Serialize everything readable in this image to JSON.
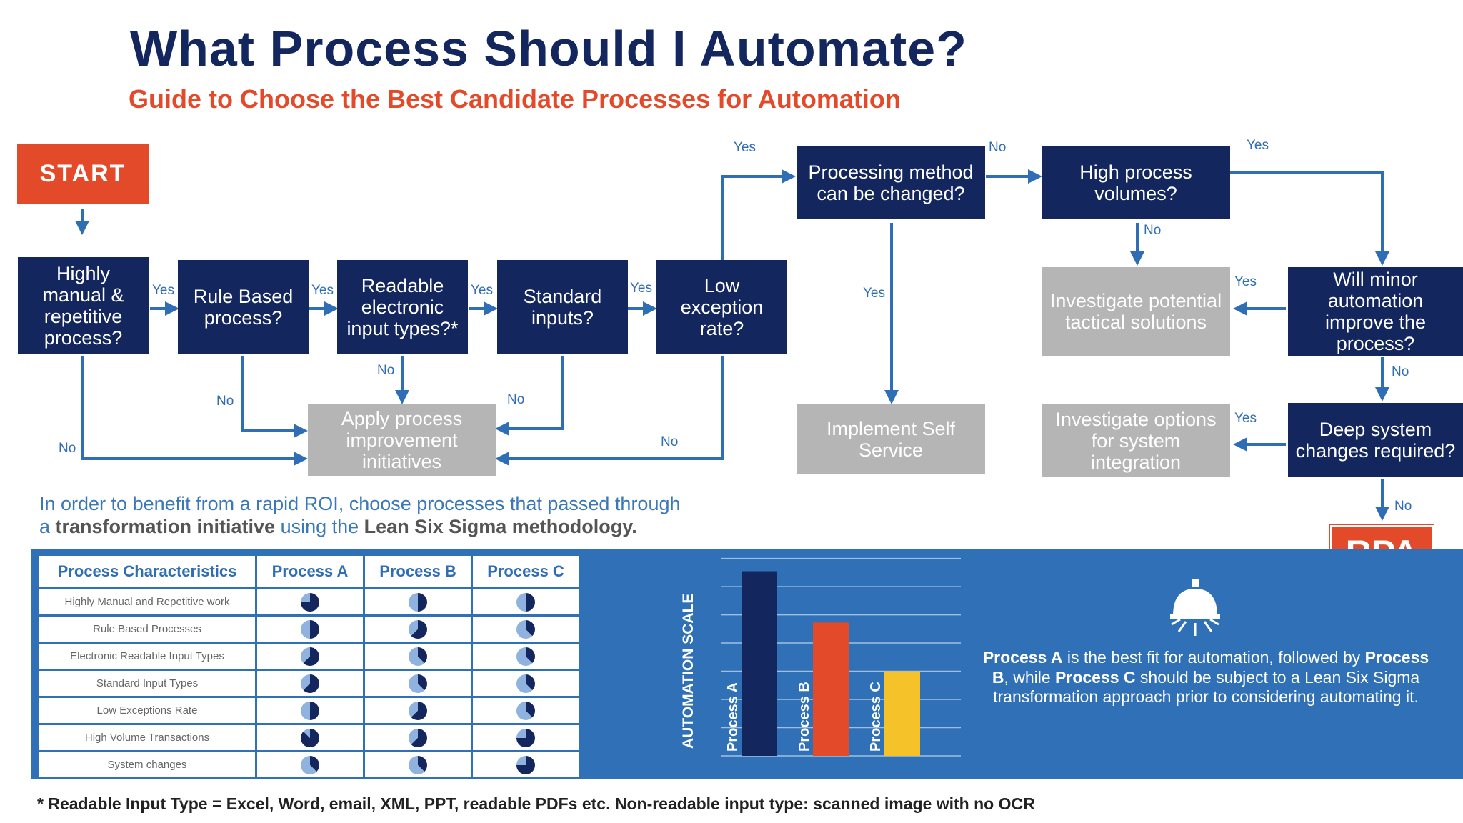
{
  "title": "What Process Should I Automate?",
  "subtitle": "Guide to Choose the Best Candidate Processes for Automation",
  "flow": {
    "start": "START",
    "q_manual": "Highly manual & repetitive process?",
    "q_rule": "Rule Based process?",
    "q_readable": "Readable electronic input types?*",
    "q_standard": "Standard inputs?",
    "q_exception": "Low exception rate?",
    "q_method": "Processing method can be changed?",
    "q_volume": "High process volumes?",
    "q_minor": "Will minor automation improve the process?",
    "q_deep": "Deep system changes required?",
    "r_apply": "Apply process improvement initiatives",
    "r_self": "Implement Self Service",
    "r_tactical": "Investigate potential tactical solutions",
    "r_integration": "Investigate options for system integration",
    "r_rpa": "RPA",
    "yes": "Yes",
    "no": "No"
  },
  "roi": {
    "line1": "In order to benefit from a rapid ROI, choose processes that passed through",
    "line2_a": "a ",
    "line2_b": "transformation initiative",
    "line2_c": " using the ",
    "line2_d": "Lean Six Sigma methodology."
  },
  "table": {
    "headers": [
      "Process Characteristics",
      "Process A",
      "Process B",
      "Process C"
    ],
    "rows": [
      {
        "label": "Highly Manual and Repetitive work",
        "a": 0.75,
        "b": 0.5,
        "c": 0.5
      },
      {
        "label": "Rule Based Processes",
        "a": 0.5,
        "b": 0.625,
        "c": 0.375
      },
      {
        "label": "Electronic Readable Input Types",
        "a": 0.625,
        "b": 0.375,
        "c": 0.375
      },
      {
        "label": "Standard Input Types",
        "a": 0.625,
        "b": 0.375,
        "c": 0.375
      },
      {
        "label": "Low Exceptions Rate",
        "a": 0.5,
        "b": 0.625,
        "c": 0.375
      },
      {
        "label": "High Volume Transactions",
        "a": 0.875,
        "b": 0.625,
        "c": 0.75
      },
      {
        "label": "System changes",
        "a": 0.375,
        "b": 0.375,
        "c": 0.75
      }
    ]
  },
  "chart_data": {
    "type": "bar",
    "ylabel": "AUTOMATION SCALE",
    "categories": [
      "Process A",
      "Process B",
      "Process C"
    ],
    "values": [
      7.2,
      5.2,
      3.3
    ],
    "ylim": [
      0,
      7.8
    ],
    "colors": [
      "#13265e",
      "#e24a2a",
      "#f6c22a"
    ],
    "grid": true
  },
  "conclusion": {
    "a": "Process A",
    "t1": " is the best fit for automation, followed by ",
    "b": "Process B",
    "t2": ", while ",
    "c": "Process C",
    "t3": " should be subject to a Lean Six Sigma transformation approach prior to considering automating it."
  },
  "footnote": "* Readable Input Type = Excel, Word, email, XML, PPT, readable PDFs etc. Non-readable input type: scanned image with no OCR",
  "colors": {
    "navy": "#13265e",
    "orange": "#e24a2a",
    "blue": "#2f70b6",
    "grey": "#b5b5b5",
    "yellow": "#f6c22a"
  },
  "icons": {
    "idea": "light-bulb-icon"
  }
}
